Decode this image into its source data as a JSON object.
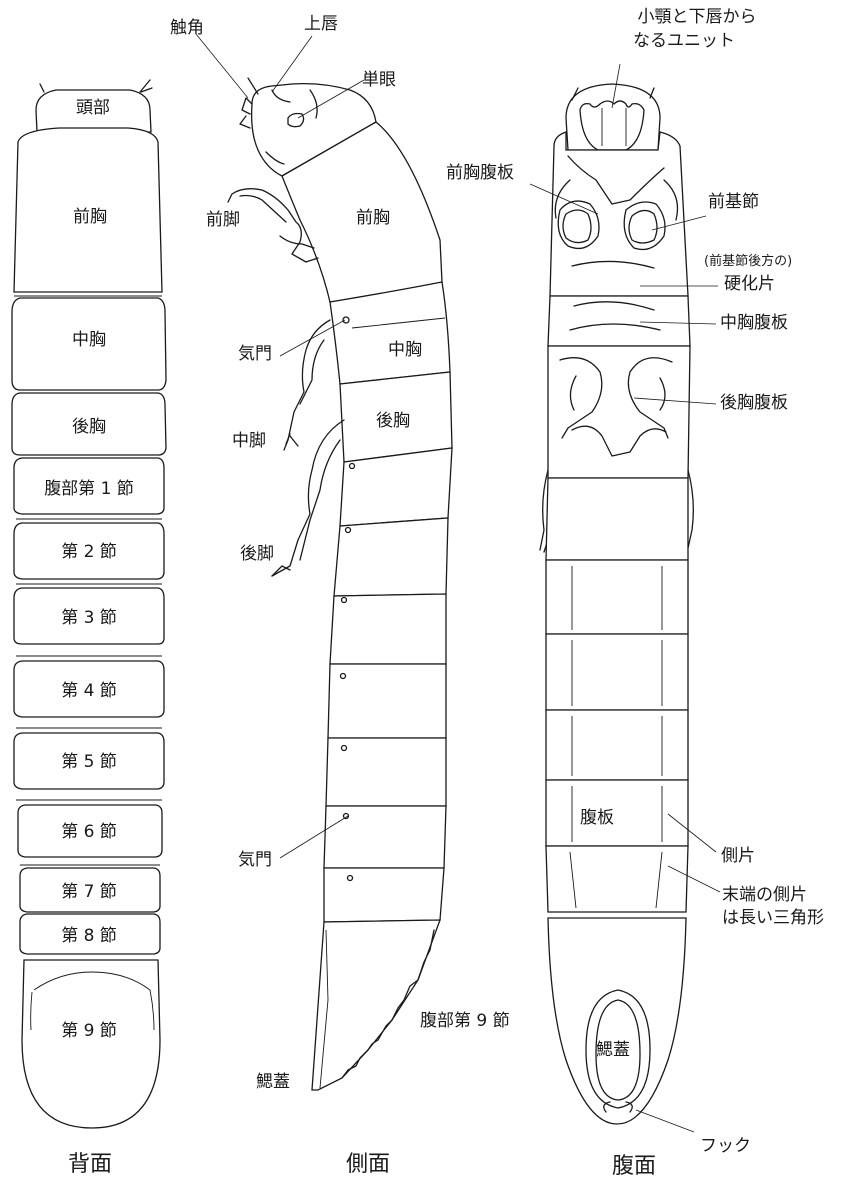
{
  "views": {
    "dorsal": "背面",
    "lateral": "側面",
    "ventral": "腹面"
  },
  "dorsal_labels": {
    "head": "頭部",
    "prothorax": "前胸",
    "mesothorax": "中胸",
    "metathorax": "後胸",
    "seg1": "腹部第 1 節",
    "seg2": "第 2 節",
    "seg3": "第 3 節",
    "seg4": "第 4 節",
    "seg5": "第 5 節",
    "seg6": "第 6 節",
    "seg7": "第 7 節",
    "seg8": "第 8 節",
    "seg9": "第 9 節"
  },
  "lateral_labels": {
    "antenna": "触角",
    "labrum": "上唇",
    "stemma": "単眼",
    "foreleg": "前脚",
    "prothorax": "前胸",
    "spiracle_top": "気門",
    "mesothorax": "中胸",
    "midleg": "中脚",
    "metathorax": "後胸",
    "hindleg": "後脚",
    "spiracle_bottom": "気門",
    "seg9": "腹部第 9 節",
    "gill_cover": "鰓蓋"
  },
  "ventral_labels": {
    "maxillolabial_line1": "小顎と下唇から",
    "maxillolabial_line2": "なるユニット",
    "prosternum": "前胸腹板",
    "procoxa": "前基節",
    "postcoxal_note": "(前基節後方の)",
    "sclerite": "硬化片",
    "mesosternum": "中胸腹板",
    "metasternum": "後胸腹板",
    "sternite": "腹板",
    "laterite": "側片",
    "terminal_line1": "末端の側片",
    "terminal_line2": "は長い三角形",
    "gill_cover": "鰓蓋",
    "hook": "フック"
  }
}
